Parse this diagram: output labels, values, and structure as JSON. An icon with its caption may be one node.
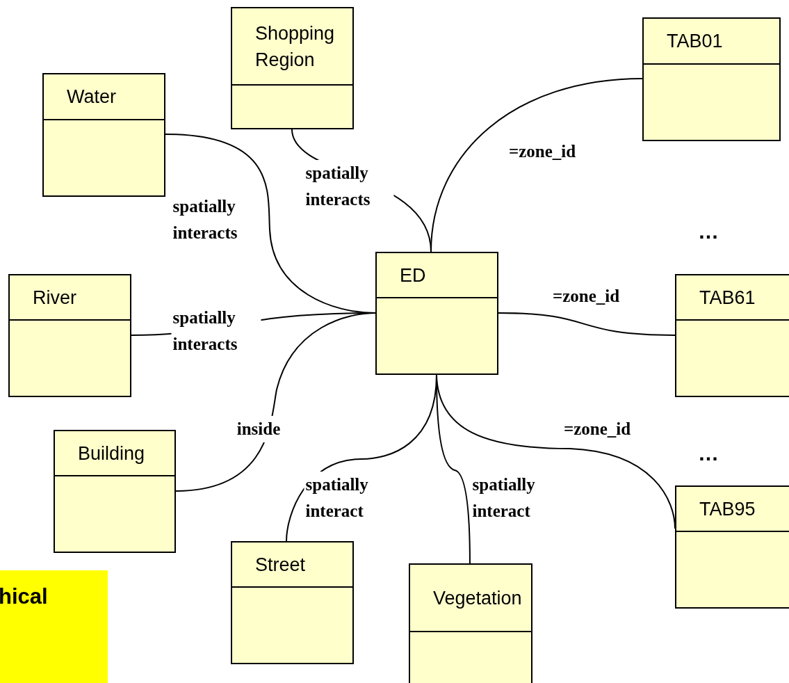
{
  "diagram": {
    "nodes": [
      {
        "text": [
          "Shopping Region"
        ]
      },
      {
        "text": [
          "TAB01"
        ]
      },
      {
        "text": [
          "Water"
        ]
      },
      {
        "text": [
          "ED"
        ]
      },
      {
        "text": [
          "River"
        ]
      },
      {
        "text": [
          "TAB61"
        ]
      },
      {
        "text": [
          "Building"
        ]
      },
      {
        "text": [
          "TAB95"
        ]
      },
      {
        "text": [
          "Street"
        ]
      },
      {
        "text": [
          "Vegetation"
        ]
      },
      {
        "text": [
          "hical"
        ]
      }
    ],
    "edges": [
      {
        "from": 0,
        "to": 3,
        "arrow": "none",
        "label": "spatially interacts"
      },
      {
        "from": 1,
        "to": 3,
        "arrow": "none",
        "label": "=zone_id"
      },
      {
        "from": 2,
        "to": 3,
        "arrow": "none",
        "label": "spatially interacts"
      },
      {
        "from": 4,
        "to": 3,
        "arrow": "none",
        "label": "spatially interacts"
      },
      {
        "from": 3,
        "to": 5,
        "arrow": "none",
        "label": "=zone_id"
      },
      {
        "from": 6,
        "to": 3,
        "arrow": "none",
        "label": "inside"
      },
      {
        "from": 3,
        "to": 8,
        "arrow": "none",
        "label": "spatially interact"
      },
      {
        "from": 3,
        "to": 9,
        "arrow": "none",
        "label": "spatially interact"
      },
      {
        "from": 3,
        "to": 7,
        "arrow": "none",
        "label": "=zone_id"
      }
    ],
    "labels": [
      "…",
      "…"
    ]
  }
}
